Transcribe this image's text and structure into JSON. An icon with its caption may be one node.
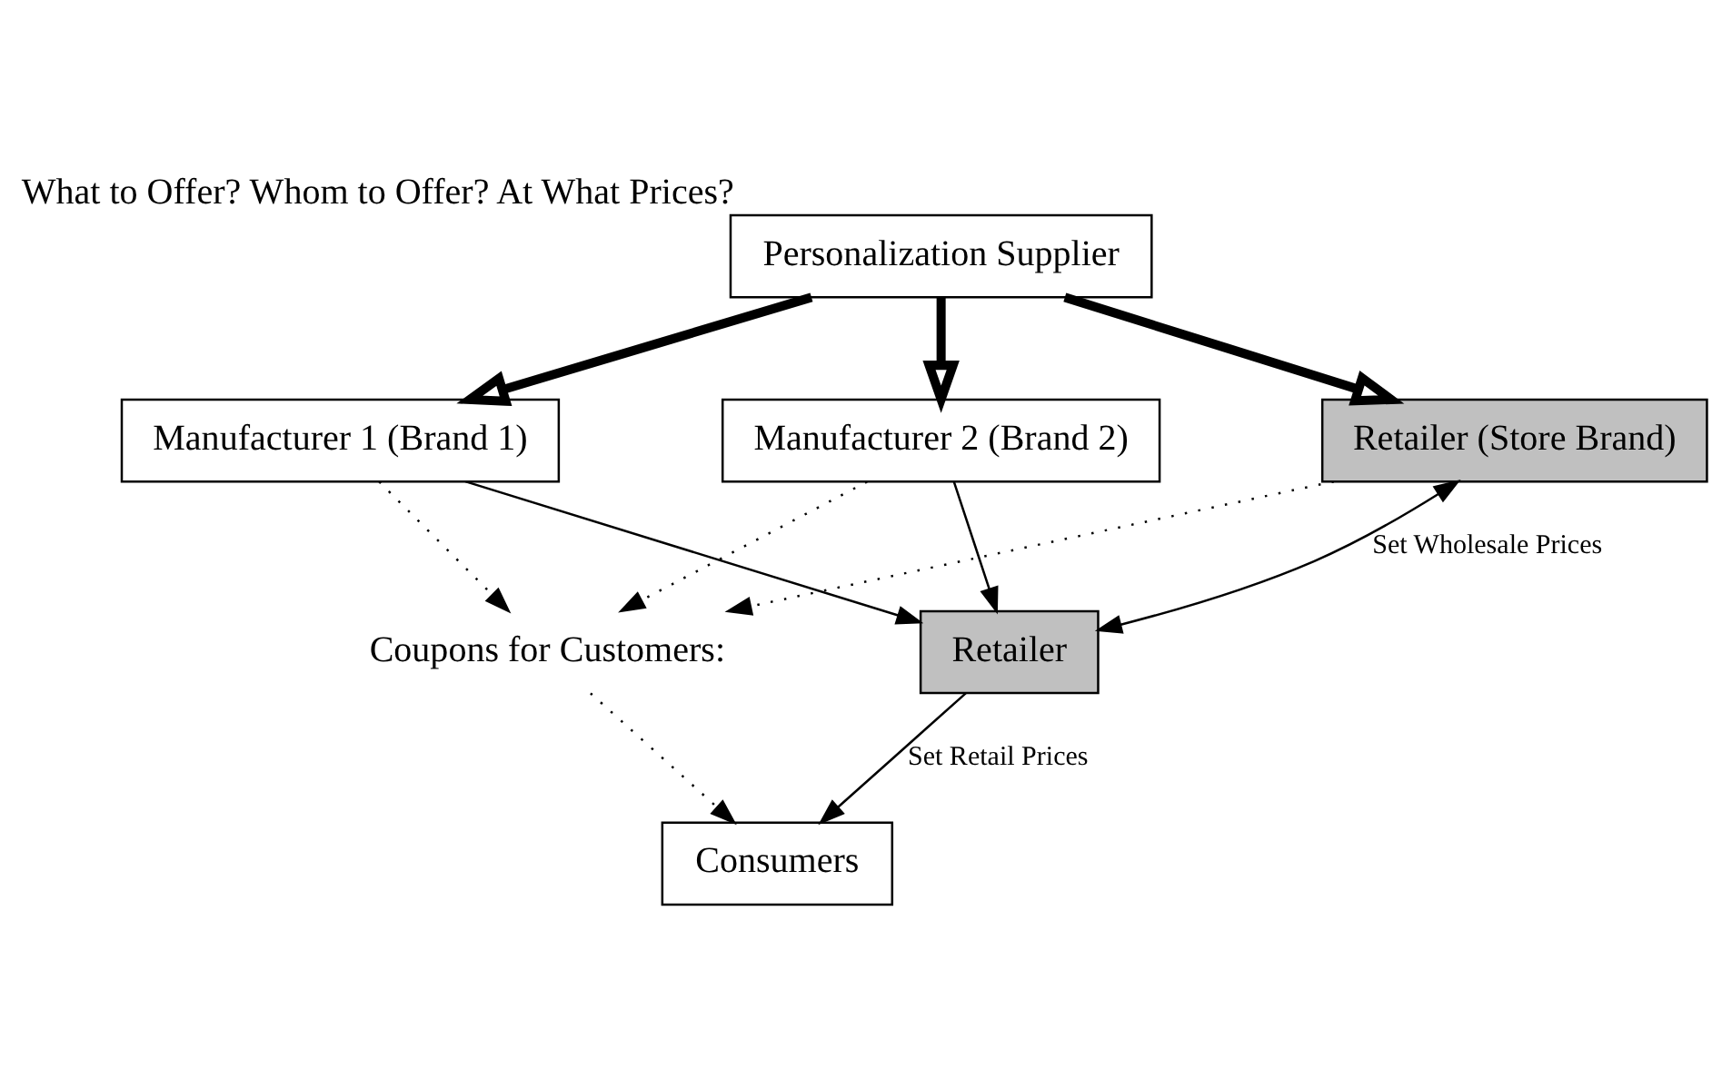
{
  "diagram": {
    "nodes": [
      {
        "text": [
          "Personalization Supplier"
        ],
        "beside": [
          "What to Offer? Whom to Offer? At What Prices?"
        ]
      },
      {
        "text": [
          "Manufacturer 1 (Brand 1)"
        ]
      },
      {
        "text": [
          "Manufacturer 2 (Brand 2)"
        ]
      },
      {
        "text": [
          "Retailer (Store Brand)"
        ]
      },
      {
        "text": [
          "Coupons for Customers:"
        ]
      },
      {
        "text": [
          "Retailer"
        ]
      },
      {
        "text": [
          "Consumers"
        ]
      }
    ],
    "edges": [
      {
        "from": 0,
        "to": 1,
        "arrow": "to",
        "style": "thick"
      },
      {
        "from": 0,
        "to": 2,
        "arrow": "to",
        "style": "thick"
      },
      {
        "from": 0,
        "to": 3,
        "arrow": "to",
        "style": "thick"
      },
      {
        "from": 1,
        "to": 4,
        "arrow": "to",
        "style": "dashed"
      },
      {
        "from": 2,
        "to": 4,
        "arrow": "to",
        "style": "dashed"
      },
      {
        "from": 3,
        "to": 4,
        "arrow": "to",
        "style": "dashed"
      },
      {
        "from": 1,
        "to": 5,
        "arrow": "to"
      },
      {
        "from": 2,
        "to": 5,
        "arrow": "to"
      },
      {
        "from": 3,
        "to": 5,
        "arrow": "both",
        "label": "Set Wholesale Prices"
      },
      {
        "from": 5,
        "to": 6,
        "arrow": "to",
        "label": "Set Retail Prices"
      },
      {
        "from": 4,
        "to": 6,
        "arrow": "to",
        "style": "dashed"
      }
    ]
  }
}
